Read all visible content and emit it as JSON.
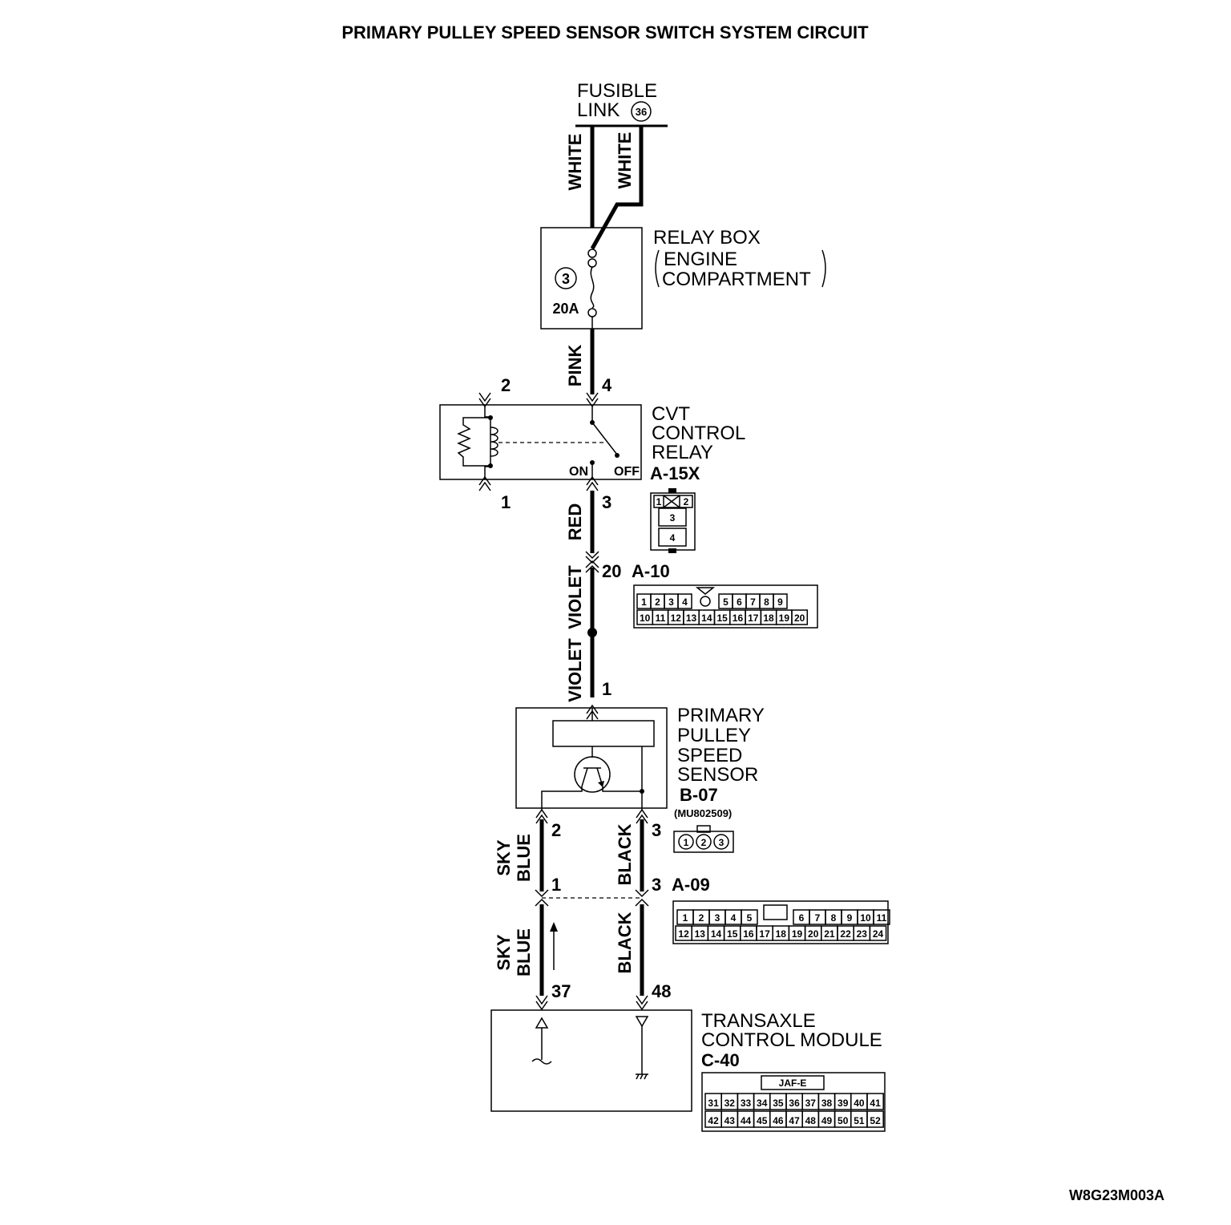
{
  "title": "PRIMARY PULLEY SPEED SENSOR SWITCH SYSTEM CIRCUIT",
  "figure_id": "W8G23M003A",
  "fusible_link": {
    "line1": "FUSIBLE",
    "line2": "LINK",
    "number": "36"
  },
  "wire_colors": {
    "white_left": "WHITE",
    "white_right": "WHITE",
    "pink": "PINK",
    "red": "RED",
    "violet_upper": "VIOLET",
    "violet_lower": "VIOLET",
    "sky_blue_upper": [
      "SKY",
      "BLUE"
    ],
    "black_upper": "BLACK",
    "sky_blue_lower": [
      "SKY",
      "BLUE"
    ],
    "black_lower": "BLACK"
  },
  "relay_box": {
    "line1": "RELAY BOX",
    "line2": "ENGINE",
    "line3": "COMPARTMENT",
    "fuse_number": "3",
    "fuse_rating": "20A"
  },
  "cvt_relay": {
    "line1": "CVT",
    "line2": "CONTROL",
    "line3": "RELAY",
    "connector": "A-15X",
    "pins": {
      "top_left": "2",
      "top_right": "4",
      "bottom_left": "1",
      "bottom_right": "3"
    },
    "on_label": "ON",
    "off_label": "OFF",
    "face": [
      "1",
      "2",
      "3",
      "4"
    ]
  },
  "a10": {
    "pin": "20",
    "connector": "A-10",
    "row1": [
      "1",
      "2",
      "3",
      "4",
      "5",
      "6",
      "7",
      "8",
      "9"
    ],
    "row2": [
      "10",
      "11",
      "12",
      "13",
      "14",
      "15",
      "16",
      "17",
      "18",
      "19",
      "20"
    ]
  },
  "sensor": {
    "line1": "PRIMARY",
    "line2": "PULLEY",
    "line3": "SPEED",
    "line4": "SENSOR",
    "connector": "B-07",
    "part_number": "(MU802509)",
    "pin_top": "1",
    "pin_left": "2",
    "pin_right": "3",
    "face": [
      "1",
      "2",
      "3"
    ]
  },
  "a09": {
    "pin_left": "1",
    "pin_right": "3",
    "connector": "A-09",
    "row1": [
      "1",
      "2",
      "3",
      "4",
      "5",
      "6",
      "7",
      "8",
      "9",
      "10",
      "11"
    ],
    "row2": [
      "12",
      "13",
      "14",
      "15",
      "16",
      "17",
      "18",
      "19",
      "20",
      "21",
      "22",
      "23",
      "24"
    ]
  },
  "tcm": {
    "line1": "TRANSAXLE",
    "line2": "CONTROL MODULE",
    "connector": "C-40",
    "pin_left": "37",
    "pin_right": "48",
    "tag": "JAF-E",
    "row1": [
      "31",
      "32",
      "33",
      "34",
      "35",
      "36",
      "37",
      "38",
      "39",
      "40",
      "41"
    ],
    "row2": [
      "42",
      "43",
      "44",
      "45",
      "46",
      "47",
      "48",
      "49",
      "50",
      "51",
      "52"
    ]
  }
}
